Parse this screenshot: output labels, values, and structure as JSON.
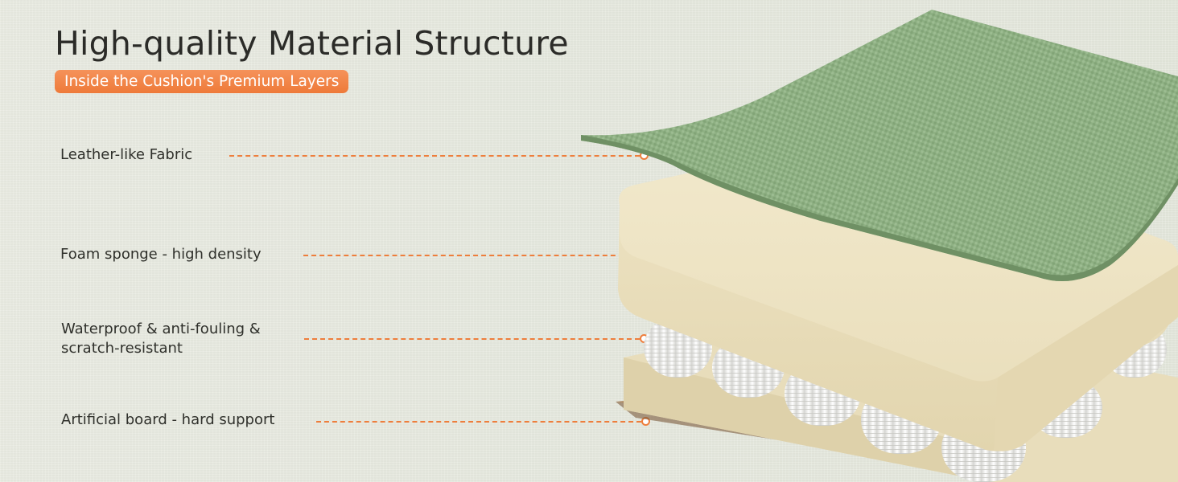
{
  "header": {
    "title": "High-quality Material Structure",
    "subtitle": "Inside the Cushion's Premium Layers"
  },
  "layers": [
    {
      "label": "Leather-like Fabric"
    },
    {
      "label": "Foam sponge - high density"
    },
    {
      "label": "Waterproof & anti-fouling &",
      "label_line2": "scratch-resistant"
    },
    {
      "label": "Artificial board - hard support"
    }
  ],
  "colors": {
    "accent": "#ee7e3c",
    "fabric": "#8fb184",
    "foam": "#efe6c9",
    "spring": "#f2f2f0",
    "board": "#9a7350",
    "background": "#e7e9df"
  },
  "icons": [
    "callout-dot-icon"
  ]
}
